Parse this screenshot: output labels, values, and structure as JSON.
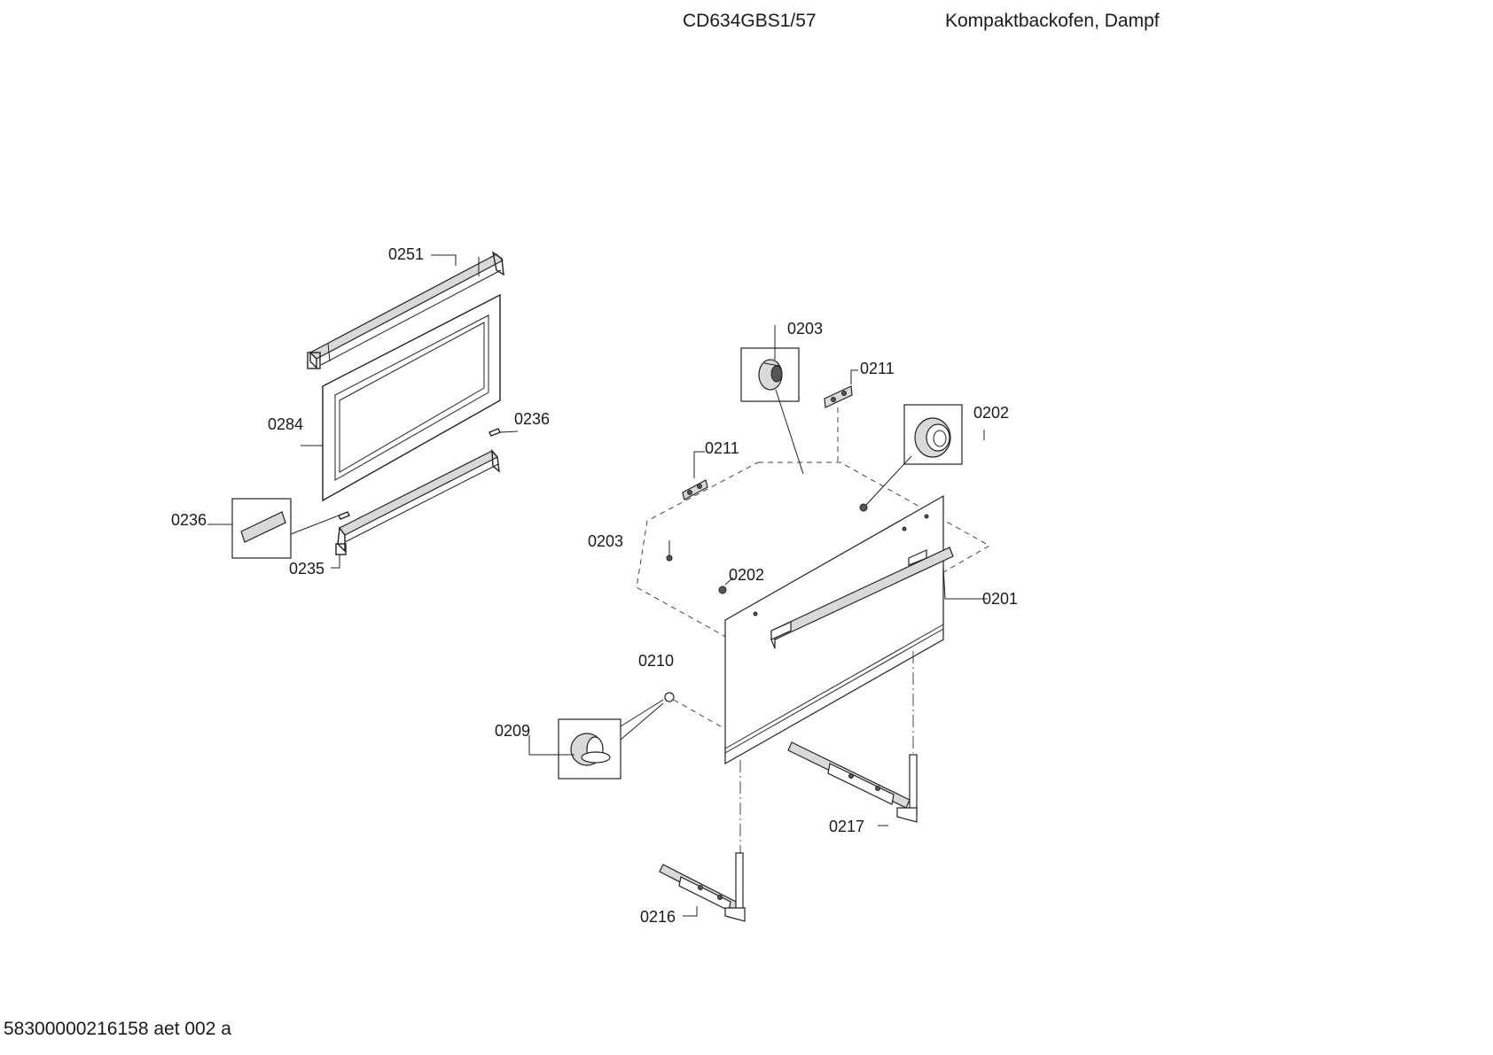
{
  "header": {
    "model": "CD634GBS1/57",
    "description": "Kompaktbackofen, Dampf"
  },
  "footer": {
    "document_id": "58300000216158 aet 002 a"
  },
  "parts": [
    {
      "id": "0251"
    },
    {
      "id": "0284"
    },
    {
      "id": "0236"
    },
    {
      "id": "0236"
    },
    {
      "id": "0235"
    },
    {
      "id": "0203"
    },
    {
      "id": "0211"
    },
    {
      "id": "0202"
    },
    {
      "id": "0211"
    },
    {
      "id": "0203"
    },
    {
      "id": "0202"
    },
    {
      "id": "0201"
    },
    {
      "id": "0210"
    },
    {
      "id": "0209"
    },
    {
      "id": "0217"
    },
    {
      "id": "0216"
    }
  ]
}
